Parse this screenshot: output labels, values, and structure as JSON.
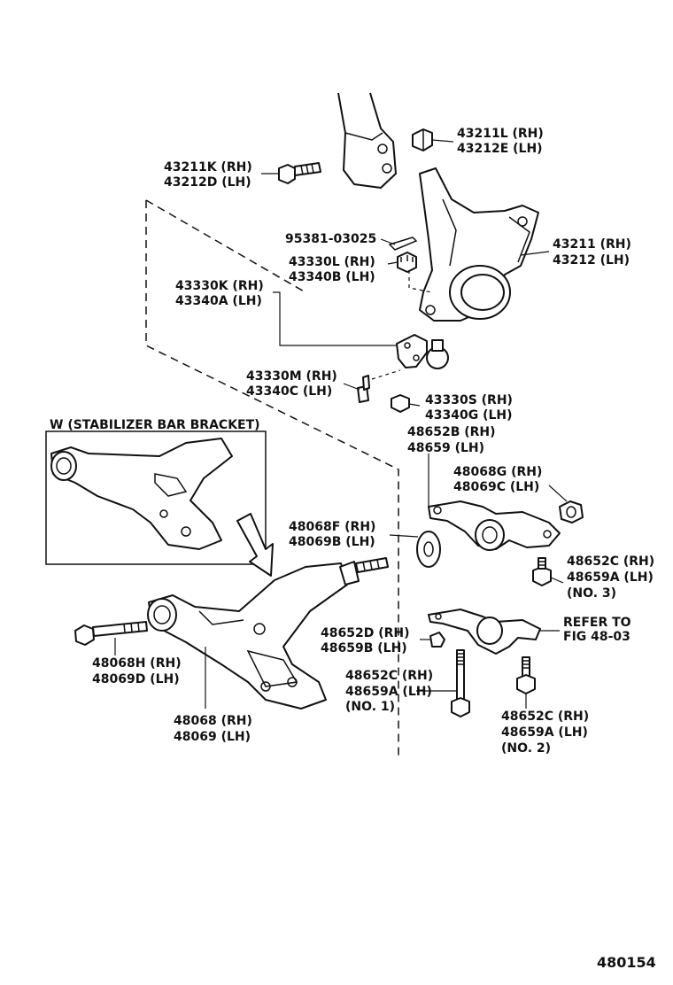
{
  "diagram_id": "480154",
  "inset_title": "W (STABILIZER BAR BRACKET)",
  "parts": [
    {
      "id": "43211l",
      "lines": [
        "43211L (RH)",
        "43212E (LH)"
      ]
    },
    {
      "id": "43211k",
      "lines": [
        "43211K (RH)",
        "43212D (LH)"
      ]
    },
    {
      "id": "95381",
      "lines": [
        "95381-03025"
      ]
    },
    {
      "id": "43211",
      "lines": [
        "43211 (RH)",
        "43212 (LH)"
      ]
    },
    {
      "id": "43330l",
      "lines": [
        "43330L (RH)",
        "43340B (LH)"
      ]
    },
    {
      "id": "43330k",
      "lines": [
        "43330K (RH)",
        "43340A (LH)"
      ]
    },
    {
      "id": "43330m",
      "lines": [
        "43330M (RH)",
        "43340C (LH)"
      ]
    },
    {
      "id": "43330s",
      "lines": [
        "43330S (RH)",
        "43340G (LH)"
      ]
    },
    {
      "id": "48652b",
      "lines": [
        "48652B (RH)",
        "48659   (LH)"
      ]
    },
    {
      "id": "48068g",
      "lines": [
        "48068G (RH)",
        "48069C (LH)"
      ]
    },
    {
      "id": "48068f",
      "lines": [
        "48068F (RH)",
        "48069B (LH)"
      ]
    },
    {
      "id": "48652c3",
      "lines": [
        "48652C (RH)",
        "48659A (LH)",
        "(NO. 3)"
      ]
    },
    {
      "id": "refer",
      "lines": [
        "REFER TO",
        "FIG 48-03"
      ]
    },
    {
      "id": "48652d",
      "lines": [
        "48652D (RH)",
        "48659B (LH)"
      ]
    },
    {
      "id": "48068h",
      "lines": [
        "48068H (RH)",
        "48069D (LH)"
      ]
    },
    {
      "id": "48652c1",
      "lines": [
        "48652C (RH)",
        "48659A (LH)",
        "(NO. 1)"
      ]
    },
    {
      "id": "48652c2",
      "lines": [
        "48652C (RH)",
        "48659A (LH)",
        "(NO. 2)"
      ]
    },
    {
      "id": "48068",
      "lines": [
        "48068 (RH)",
        "48069 (LH)"
      ]
    }
  ]
}
